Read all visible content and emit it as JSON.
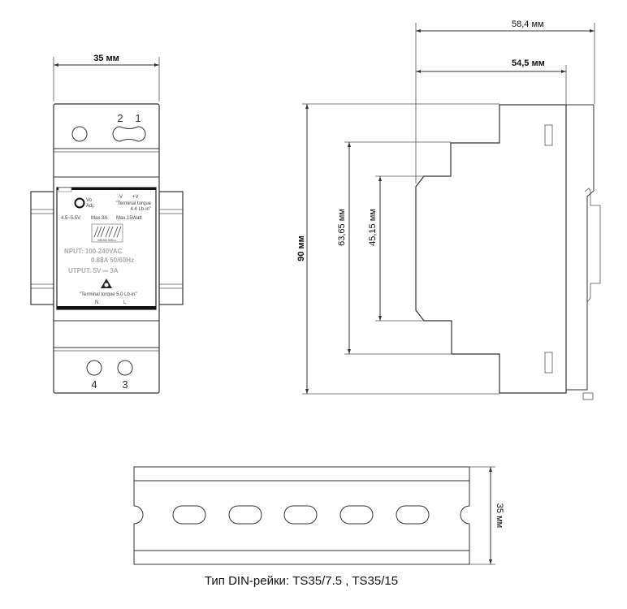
{
  "front_view": {
    "width_dim": "35 мм",
    "terminals_top": [
      "2",
      "1"
    ],
    "terminals_bottom": [
      "4",
      "3"
    ],
    "label": {
      "vo_adj": [
        "Vo",
        "Adj."
      ],
      "polarity": [
        "-V",
        "+V"
      ],
      "torque_top": [
        "\"Terminal torque",
        "4.4 Lb-in\""
      ],
      "range": "4.5~5.5V",
      "max_current": "Max.3A",
      "max_power": "Max.15Watt",
      "brand": "MEAN WELL",
      "input_line1": "NPUT: 100-240VAC",
      "input_line2": "0.88A  50/60Hz",
      "output_line": "UTPUT:   5V ⎓ 3A",
      "torque_bottom": "\"Terminal torque 5.0 Lb-in\"",
      "n_label": "N",
      "l_label": "L"
    }
  },
  "side_view": {
    "depth_total": "58,4 мм",
    "depth_body": "54,5 мм",
    "height_total": "90 мм",
    "height_step1": "63,65 мм",
    "height_step2": "45,15 мм"
  },
  "din_rail": {
    "height_dim": "35 мм",
    "caption": "Тип  DIN-рейки: TS35/7.5 , TS35/15"
  }
}
